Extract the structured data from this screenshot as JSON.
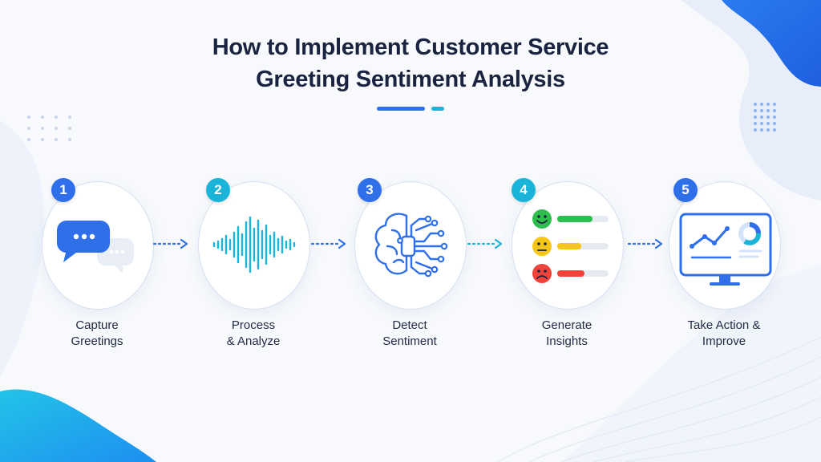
{
  "title": {
    "line1": "How to Implement Customer Service",
    "line2": "Greeting Sentiment Analysis"
  },
  "colors": {
    "blue": "#2f6fea",
    "cyan": "#19b4d8",
    "navy": "#1a2340",
    "green": "#2dbe4e",
    "yellow": "#f5c518",
    "red": "#f0443a"
  },
  "steps": [
    {
      "number": "1",
      "label_line1": "Capture",
      "label_line2": "Greetings",
      "icon": "chat-bubbles-icon",
      "badge_color": "#2f6fea"
    },
    {
      "number": "2",
      "label_line1": "Process",
      "label_line2": "& Analyze",
      "icon": "sound-wave-icon",
      "badge_color": "#19b4d8"
    },
    {
      "number": "3",
      "label_line1": "Detect",
      "label_line2": "Sentiment",
      "icon": "brain-circuit-icon",
      "badge_color": "#2f6fea"
    },
    {
      "number": "4",
      "label_line1": "Generate",
      "label_line2": "Insights",
      "icon": "sentiment-bars-icon",
      "badge_color": "#19b4d8"
    },
    {
      "number": "5",
      "label_line1": "Take Action &",
      "label_line2": "Improve",
      "icon": "monitor-chart-icon",
      "badge_color": "#2f6fea"
    }
  ]
}
